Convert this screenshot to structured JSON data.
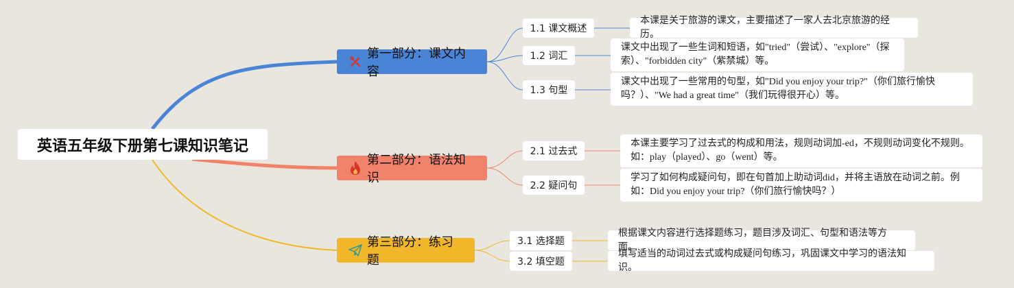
{
  "root": {
    "title": "英语五年级下册第七课知识笔记"
  },
  "colors": {
    "background": "#e9e6df",
    "branch1": "#4a84d6",
    "branch2": "#f2836a",
    "branch3": "#f2b62a"
  },
  "branches": [
    {
      "label": "第一部分：课文内容",
      "icon": "tools-icon",
      "children": [
        {
          "label": "1.1 课文概述",
          "note": "本课是关于旅游的课文，主要描述了一家人去北京旅游的经历。"
        },
        {
          "label": "1.2 词汇",
          "note": "课文中出现了一些生词和短语，如\"tried\"（尝试）、\"explore\"（探索）、\"forbidden city\"（紫禁城）等。"
        },
        {
          "label": "1.3 句型",
          "note": "课文中出现了一些常用的句型，如\"Did you enjoy your trip?\"（你们旅行愉快吗？）、\"We had a great time\"（我们玩得很开心）等。"
        }
      ]
    },
    {
      "label": "第二部分：语法知识",
      "icon": "fire-icon",
      "children": [
        {
          "label": "2.1 过去式",
          "note": "本课主要学习了过去式的构成和用法，规则动词加-ed，不规则动词变化不规则。如：play（played）、go（went）等。"
        },
        {
          "label": "2.2 疑问句",
          "note": "学习了如何构成疑问句，即在句首加上助动词did，并将主语放在动词之前。例如：Did you enjoy your trip?（你们旅行愉快吗？）"
        }
      ]
    },
    {
      "label": "第三部分：练习题",
      "icon": "paper-plane-icon",
      "children": [
        {
          "label": "3.1 选择题",
          "note": "根据课文内容进行选择题练习，题目涉及词汇、句型和语法等方面。"
        },
        {
          "label": "3.2 填空题",
          "note": "填写适当的动词过去式或构成疑问句练习，巩固课文中学习的语法知识。"
        }
      ]
    }
  ]
}
